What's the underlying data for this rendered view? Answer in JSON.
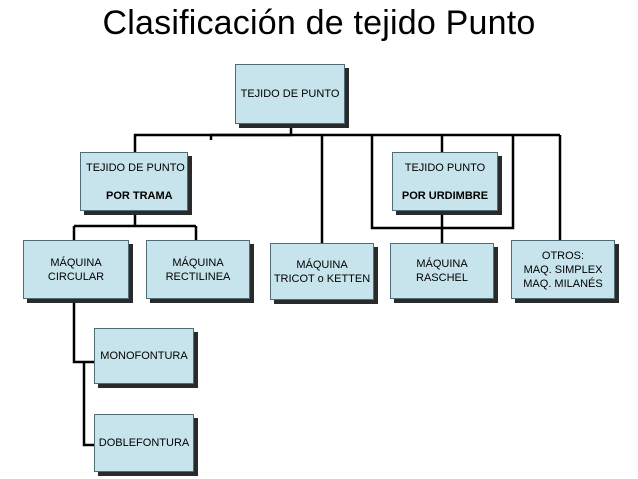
{
  "title": "Clasificación de tejido Punto",
  "nodes": {
    "root": {
      "label": "TEJIDO DE PUNTO"
    },
    "trama": {
      "line1": "TEJIDO DE PUNTO",
      "line2": "POR TRAMA"
    },
    "urdimbre": {
      "line1": "TEJIDO PUNTO",
      "line2": "POR URDIMBRE"
    },
    "circular": {
      "label": "MÁQUINA\nCIRCULAR"
    },
    "rectilinea": {
      "label": "MÁQUINA\nRECTILINEA"
    },
    "tricot": {
      "label": "MÁQUINA\nTRICOT o KETTEN"
    },
    "raschel": {
      "label": "MÁQUINA\nRASCHEL"
    },
    "otros": {
      "label": "OTROS:\nMAQ. SIMPLEX\nMAQ. MILANÉS"
    },
    "monofontura": {
      "label": "MONOFONTURA"
    },
    "doblefontura": {
      "label": "DOBLEFONTURA"
    }
  },
  "colors": {
    "box_fill": "#c7e4ec",
    "box_border": "#4f6d78",
    "connector": "#000000"
  }
}
